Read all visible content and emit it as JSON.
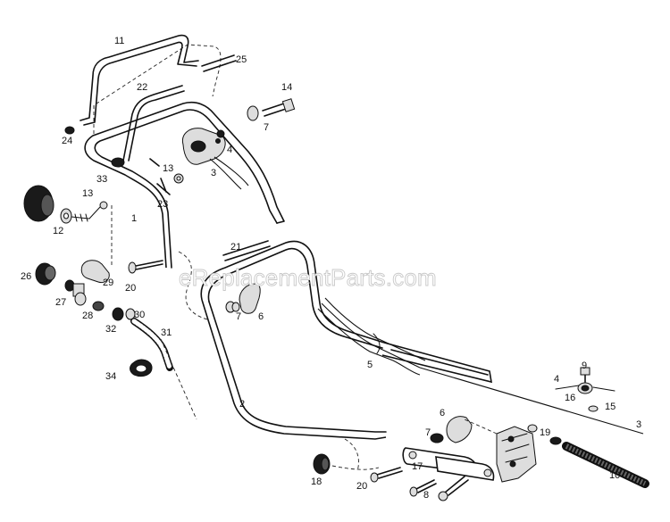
{
  "watermark": "eReplacementParts.com",
  "callouts": {
    "c11": "11",
    "c25": "25",
    "c22": "22",
    "c14": "14",
    "c24": "24",
    "c7a": "7",
    "c4a": "4",
    "c13a": "13",
    "c3a": "3",
    "c33": "33",
    "c13b": "13",
    "c23": "23",
    "c1": "1",
    "c12": "12",
    "c21": "21",
    "c26": "26",
    "c29": "29",
    "c20a": "20",
    "c27": "27",
    "c7b": "7",
    "c6a": "6",
    "c28": "28",
    "c30": "30",
    "c32": "32",
    "c31": "31",
    "c5": "5",
    "c34": "34",
    "c9": "9",
    "c4b": "4",
    "c16": "16",
    "c15": "15",
    "c2": "2",
    "c3b": "3",
    "c6b": "6",
    "c7c": "7",
    "c19": "19",
    "c17": "17",
    "c10": "10",
    "c18": "18",
    "c20b": "20",
    "c8": "8"
  }
}
